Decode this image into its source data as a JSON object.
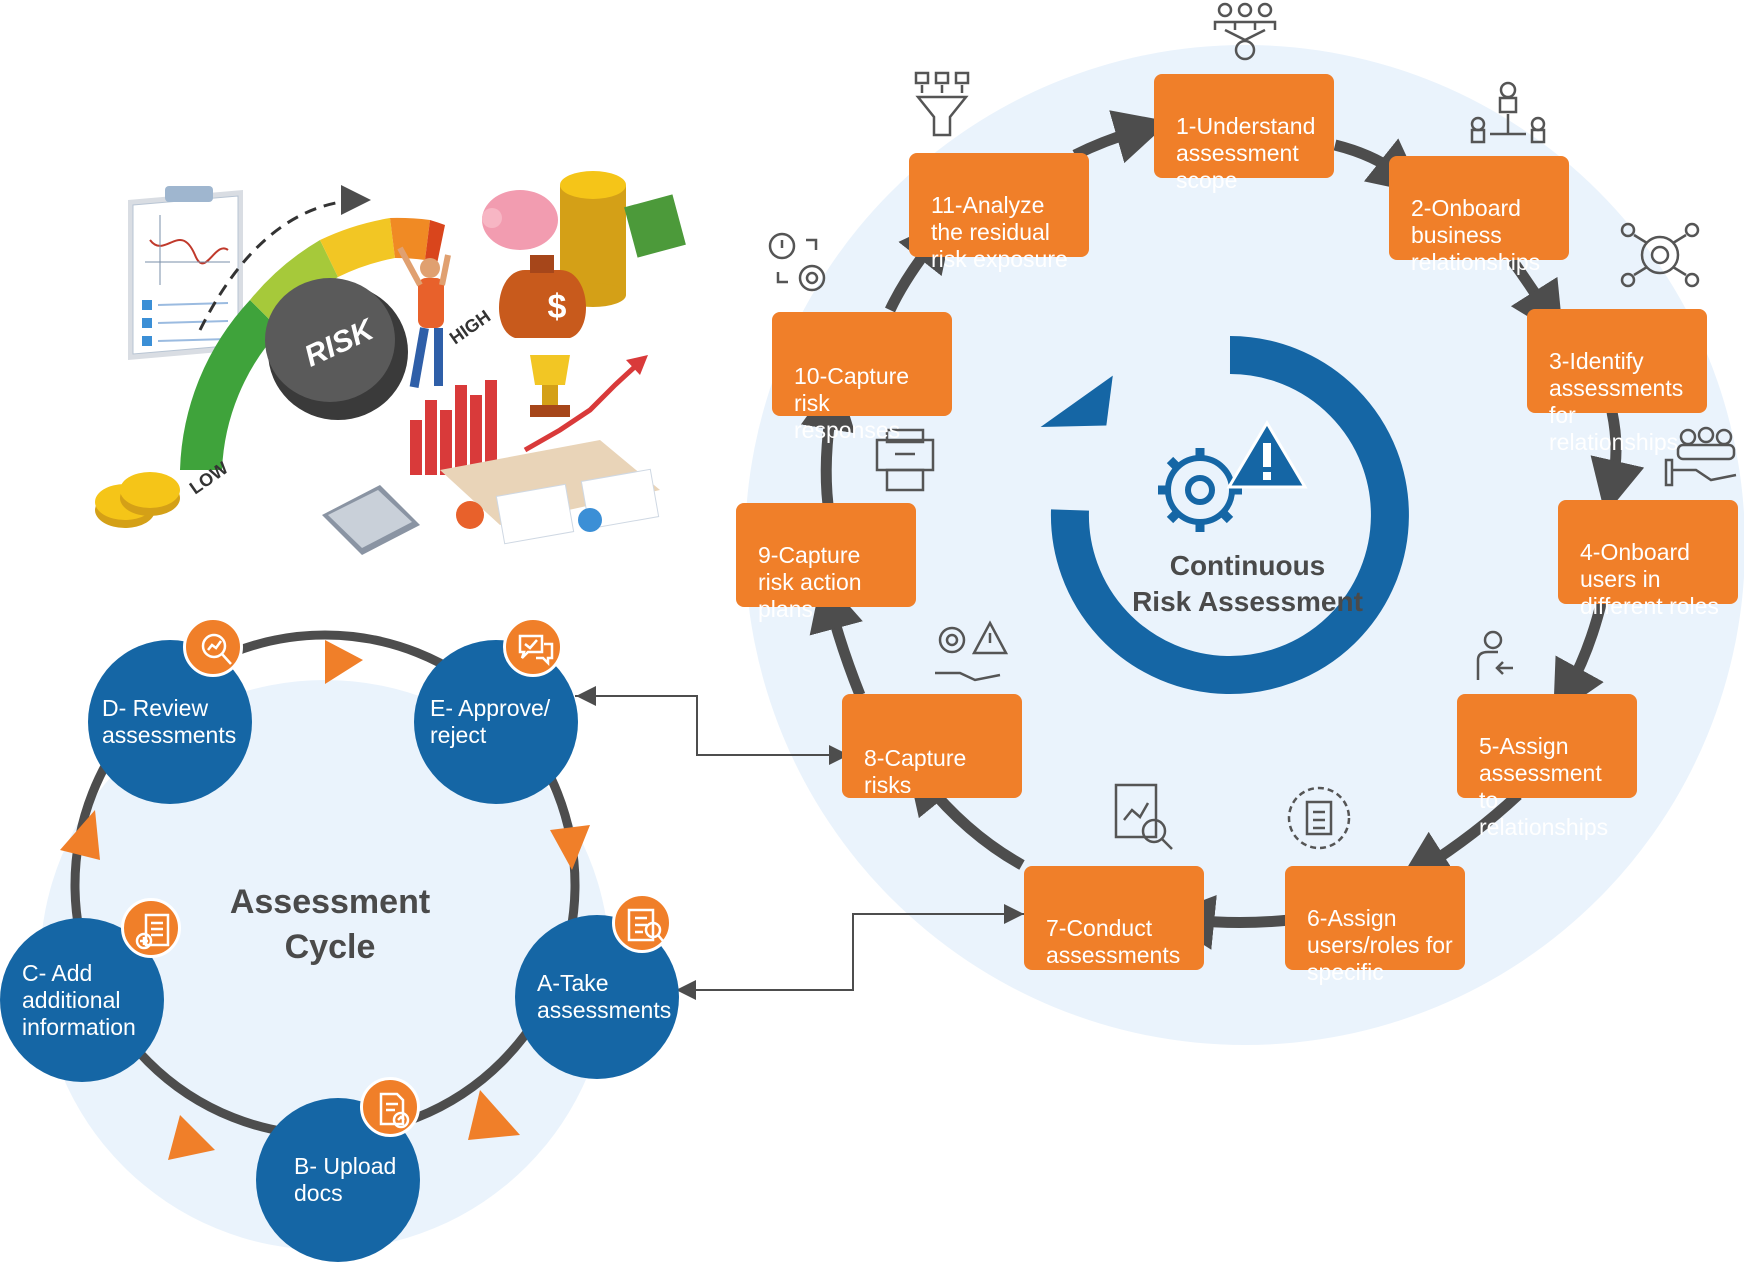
{
  "diagram": {
    "continuous_title": "Continuous\nRisk Assessment",
    "cycle_title": "Assessment\nCycle",
    "illustration": {
      "gauge_label": "RISK",
      "low_label": "LOW",
      "high_label": "HIGH"
    },
    "steps": [
      {
        "id": "s1",
        "label": "1-Understand\nassessment\nscope",
        "icon": "people-network-icon"
      },
      {
        "id": "s2",
        "label": "2-Onboard\nbusiness\nrelationships",
        "icon": "org-chart-icon"
      },
      {
        "id": "s3",
        "label": "3-Identify\nassessments\nfor relationships",
        "icon": "gear-people-icon"
      },
      {
        "id": "s4",
        "label": "4-Onboard\nusers in\ndifferent roles",
        "icon": "group-hand-icon"
      },
      {
        "id": "s5",
        "label": "5-Assign\nassessment to\nrelationships",
        "icon": "user-assign-icon"
      },
      {
        "id": "s6",
        "label": "6-Assign\nusers/roles for\nspecific",
        "icon": "document-gear-icon"
      },
      {
        "id": "s7",
        "label": "7-Conduct\nassessments",
        "icon": "chart-search-icon"
      },
      {
        "id": "s8",
        "label": "8-Capture\nrisks",
        "icon": "gear-warning-hand-icon"
      },
      {
        "id": "s9",
        "label": "9-Capture\nrisk action\nplans",
        "icon": "printer-icon"
      },
      {
        "id": "s10",
        "label": "10-Capture\nrisk responses",
        "icon": "warning-gear-cycle-icon"
      },
      {
        "id": "s11",
        "label": "11-Analyze\nthe residual\nrisk exposure",
        "icon": "funnel-icon"
      }
    ],
    "cycle_nodes": [
      {
        "id": "a",
        "label": "A-Take\nassessments",
        "icon": "checklist-search-icon"
      },
      {
        "id": "b",
        "label": "B- Upload\ndocs",
        "icon": "document-upload-icon"
      },
      {
        "id": "c",
        "label": "C- Add\nadditional\ninformation",
        "icon": "document-add-icon"
      },
      {
        "id": "d",
        "label": "D- Review\nassessments",
        "icon": "review-chart-icon"
      },
      {
        "id": "e",
        "label": "E- Approve/\nreject",
        "icon": "chat-approve-icon"
      }
    ],
    "colors": {
      "orange": "#f07f29",
      "blue": "#1566a5",
      "arrow": "#4d4d4d",
      "bg_circle": "#eaf3fc",
      "text_dark": "#4a4a4a"
    }
  }
}
